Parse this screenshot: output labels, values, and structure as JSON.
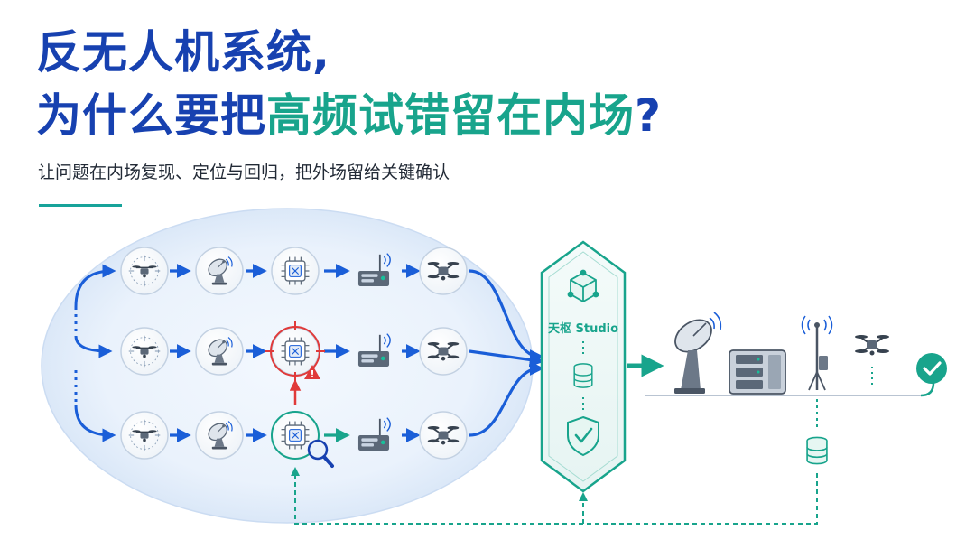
{
  "header": {
    "title_line1": "反无人机系统,",
    "title_line2_prefix": "为什么要把",
    "title_line2_highlight": "高频试错留在内场",
    "title_line2_suffix": "?",
    "subtitle": "让问题在内场复现、定位与回归，把外场留给关键确认"
  },
  "pipeline": {
    "rows": [
      {
        "stages": [
          "drone-target-icon",
          "radar-dish-icon",
          "processor-chip-icon",
          "radio-transmitter-icon",
          "quadcopter-icon"
        ],
        "status": "normal"
      },
      {
        "stages": [
          "drone-target-icon",
          "radar-dish-icon",
          "processor-chip-icon",
          "radio-transmitter-icon",
          "quadcopter-icon"
        ],
        "status": "fault"
      },
      {
        "stages": [
          "drone-target-icon",
          "radar-dish-icon",
          "processor-chip-icon",
          "radio-transmitter-icon",
          "quadcopter-icon"
        ],
        "status": "inspected"
      }
    ],
    "fault_marker": "!"
  },
  "studio": {
    "label": "天枢 Studio",
    "icons": [
      "cube-network-icon",
      "database-icon",
      "shield-check-icon"
    ]
  },
  "field": {
    "icons": [
      "radar-dish-icon",
      "server-rack-icon",
      "antenna-tower-icon",
      "quadcopter-icon",
      "check-circle-icon",
      "database-icon"
    ]
  },
  "colors": {
    "title_blue": "#1741b0",
    "accent_teal": "#18a48c",
    "flow_blue": "#1a5ed8",
    "alert_red": "#e03a3a"
  }
}
